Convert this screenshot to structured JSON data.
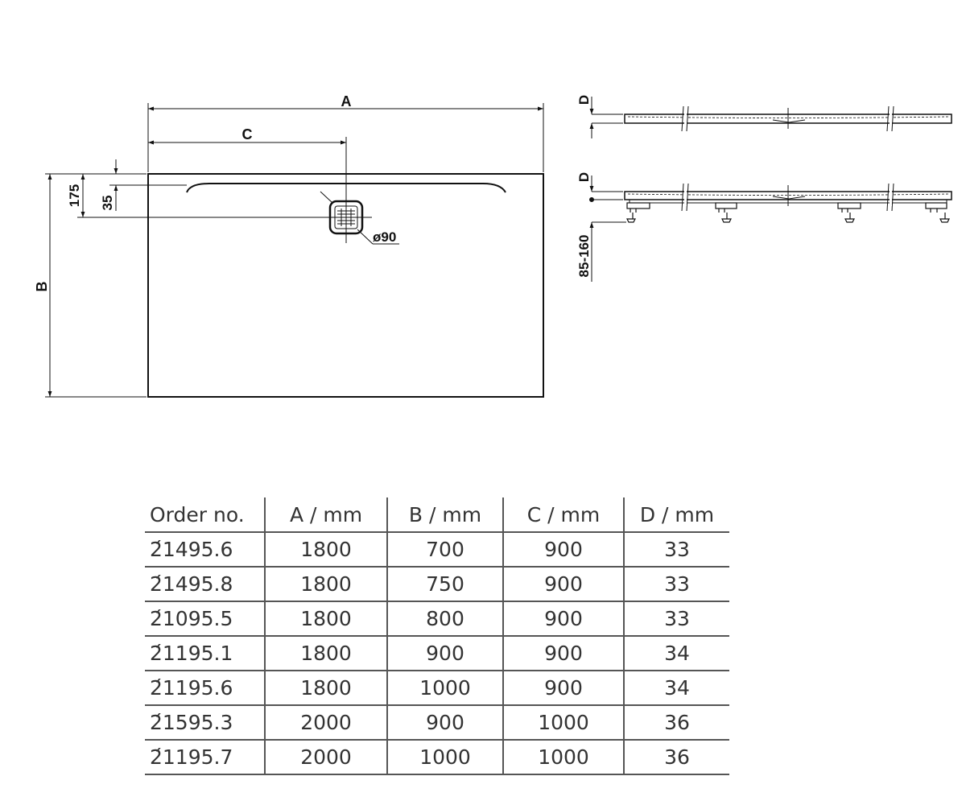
{
  "drawing": {
    "dim_a": "A",
    "dim_b": "B",
    "dim_c": "C",
    "dim_d": "D",
    "dim_175": "175",
    "dim_35": "35",
    "drain_diameter": "ø90",
    "leg_height": "85-160"
  },
  "table": {
    "headers": [
      "Order no.",
      "A / mm",
      "B / mm",
      "C / mm",
      "D / mm"
    ],
    "rows": [
      [
        "2́1495.6",
        "1800",
        "700",
        "900",
        "33"
      ],
      [
        "2́1495.8",
        "1800",
        "750",
        "900",
        "33"
      ],
      [
        "2́1095.5",
        "1800",
        "800",
        "900",
        "33"
      ],
      [
        "2́1195.1",
        "1800",
        "900",
        "900",
        "34"
      ],
      [
        "2́1195.6",
        "1800",
        "1000",
        "900",
        "34"
      ],
      [
        "2́1595.3",
        "2000",
        "900",
        "1000",
        "36"
      ],
      [
        "2́1195.7",
        "2000",
        "1000",
        "1000",
        "36"
      ]
    ]
  }
}
